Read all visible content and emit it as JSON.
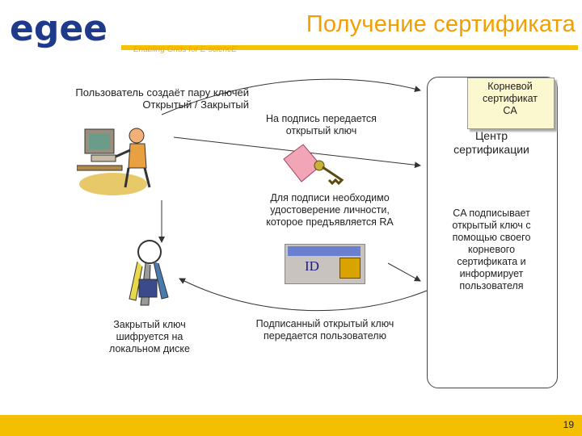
{
  "header": {
    "logo_text": "egee",
    "tagline": "Enabling Grids for E-sciencE",
    "title": "Получение сертификата"
  },
  "colors": {
    "accent_yellow": "#f4bf00",
    "title_orange": "#f2a000",
    "logo_blue": "#1f3a8a"
  },
  "diagram": {
    "user_creates_line1": "Пользователь создаёт пару ключей",
    "user_creates_line2": "Открытый / Закрытый",
    "sign_pass_line1": "На подпись передается",
    "sign_pass_line2": "открытый ключ",
    "identity_line1": "Для подписи необходимо",
    "identity_line2": "удостоверение личности,",
    "identity_line3": "которое предъявляется RA",
    "id_card_label": "ID",
    "encrypt_line1": "Закрытый ключ",
    "encrypt_line2": "шифруется на",
    "encrypt_line3": "локальном диске",
    "signed_pass_line1": "Подписанный открытый ключ",
    "signed_pass_line2": "передается пользователю",
    "root_cert_line1": "Корневой",
    "root_cert_line2": "сертификат",
    "root_cert_line3": "CA",
    "ca_center_line1": "Центр",
    "ca_center_line2": "сертификации",
    "ca_signs_line1": "CA подписывает",
    "ca_signs_line2": "открытый ключ с",
    "ca_signs_line3": "помощью своего",
    "ca_signs_line4": "корневого",
    "ca_signs_line5": "сертификата и",
    "ca_signs_line6": "информирует",
    "ca_signs_line7": "пользователя"
  },
  "icons": [
    "egee-logo-icon",
    "user-computer-icon",
    "keyring-icon",
    "public-key-tag-icon",
    "id-card-icon",
    "root-certificate-icon"
  ],
  "footer": {
    "page_number": "19"
  }
}
